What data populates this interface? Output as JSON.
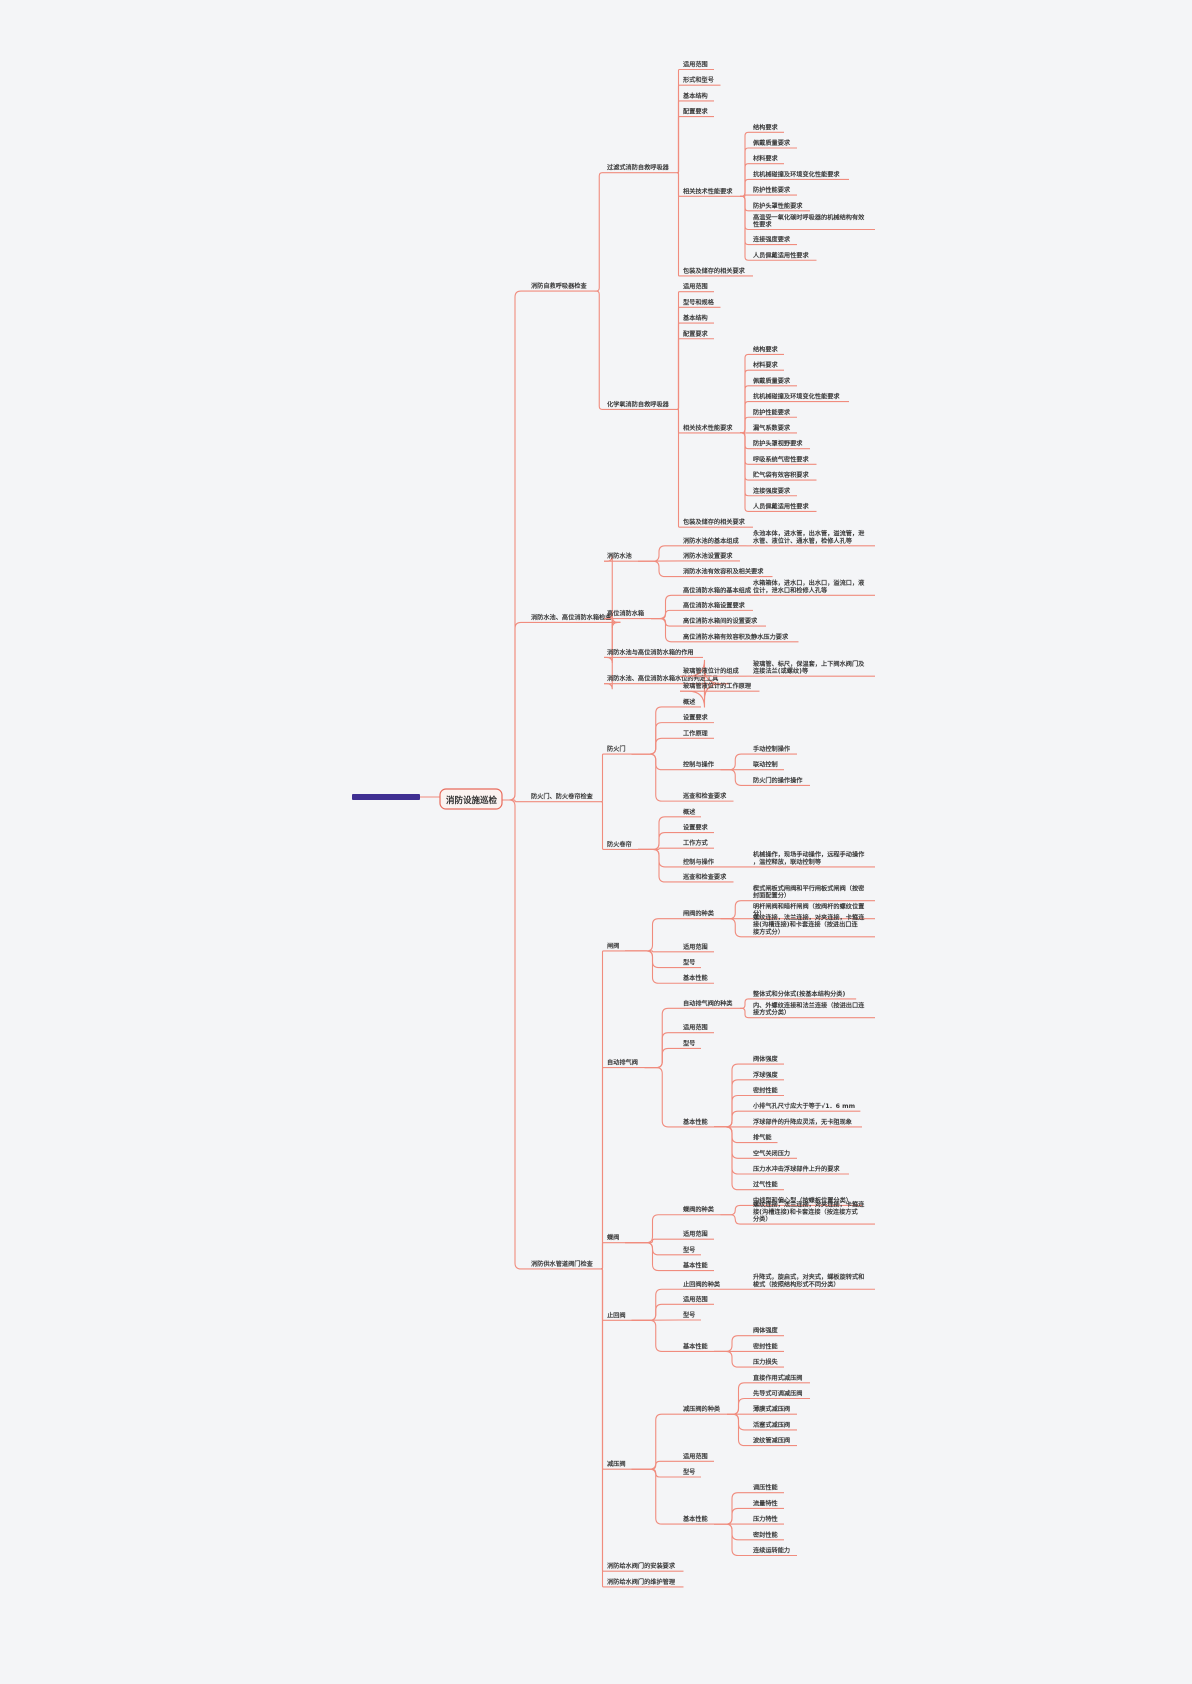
{
  "diagram": {
    "type": "mindmap",
    "colors": {
      "background": "#f4f5f7",
      "edge": "#f08c7e",
      "stub": "#3f2f92",
      "root_border": "#e86b5c",
      "text": "#3a3a3a"
    },
    "root": {
      "label": "消防设施巡检",
      "children": [
        {
          "label": "消防自救呼吸器检查",
          "children": [
            {
              "label": "过滤式消防自救呼吸器",
              "children": [
                {
                  "label": "适用范围"
                },
                {
                  "label": "形式和型号"
                },
                {
                  "label": "基本结构"
                },
                {
                  "label": "配置要求"
                },
                {
                  "label": "相关技术性能要求",
                  "children": [
                    {
                      "label": "结构要求"
                    },
                    {
                      "label": "佩戴质量要求"
                    },
                    {
                      "label": "材料要求"
                    },
                    {
                      "label": "抗机械碰撞及环境变化性能要求"
                    },
                    {
                      "label": "防护性能要求"
                    },
                    {
                      "label": "防护头罩性能要求"
                    },
                    {
                      "label": "高温受一氧化碳时呼吸器的机械结构有效性要求"
                    },
                    {
                      "label": "连接强度要求"
                    },
                    {
                      "label": "人员佩戴适用性要求"
                    }
                  ]
                },
                {
                  "label": "包装及储存的相关要求"
                }
              ]
            },
            {
              "label": "化学氧消防自救呼吸器",
              "children": [
                {
                  "label": "适用范围"
                },
                {
                  "label": "型号和规格"
                },
                {
                  "label": "基本结构"
                },
                {
                  "label": "配置要求"
                },
                {
                  "label": "相关技术性能要求",
                  "children": [
                    {
                      "label": "结构要求"
                    },
                    {
                      "label": "材料要求"
                    },
                    {
                      "label": "佩戴质量要求"
                    },
                    {
                      "label": "抗机械碰撞及环境变化性能要求"
                    },
                    {
                      "label": "防护性能要求"
                    },
                    {
                      "label": "漏气系数要求"
                    },
                    {
                      "label": "防护头罩视野要求"
                    },
                    {
                      "label": "呼吸系统气密性要求"
                    },
                    {
                      "label": "贮气袋有效容积要求"
                    },
                    {
                      "label": "连接强度要求"
                    },
                    {
                      "label": "人员佩戴适用性要求"
                    }
                  ]
                },
                {
                  "label": "包装及储存的相关要求"
                }
              ]
            }
          ]
        },
        {
          "label": "消防水池、高位消防水箱检查",
          "children": [
            {
              "label": "消防水池",
              "children": [
                {
                  "label": "消防水池的基本组成",
                  "children": [
                    {
                      "label": "永池本体，进水管，出水管，溢流管，泄水管、液位计、通水管，检修人孔等"
                    }
                  ]
                },
                {
                  "label": "消防水池设置要求"
                },
                {
                  "label": "消防水池有效容积及相关要求"
                }
              ]
            },
            {
              "label": "高位消防水箱",
              "children": [
                {
                  "label": "高位消防水箱的基本组成",
                  "children": [
                    {
                      "label": "水箱箱体，进水口，出水口，溢流口，液位计，泄水口和检修人孔等"
                    }
                  ]
                },
                {
                  "label": "高位消防水箱设置要求"
                },
                {
                  "label": "高位消防水箱间的设置要求"
                },
                {
                  "label": "高位消防水箱有效容积及静水压力要求"
                }
              ]
            },
            {
              "label": "消防水池与高位消防水箱的作用"
            },
            {
              "label": "消防水池、高位消防水箱水位的判定工具",
              "children": [
                {
                  "label": "玻璃管液位计的组成",
                  "children": [
                    {
                      "label": "玻璃管、标尺，保温套，上下阀水阀门及连接法兰(或螺纹)等"
                    }
                  ]
                },
                {
                  "label": "玻璃管液位计的工作原理"
                }
              ]
            }
          ]
        },
        {
          "label": "防火门、防火卷帘检查",
          "children": [
            {
              "label": "防火门",
              "children": [
                {
                  "label": "概述"
                },
                {
                  "label": "设置要求"
                },
                {
                  "label": "工作原理"
                },
                {
                  "label": "控制与操作",
                  "children": [
                    {
                      "label": "手动控制操作"
                    },
                    {
                      "label": "联动控制"
                    },
                    {
                      "label": "防火门的操作操作"
                    }
                  ]
                },
                {
                  "label": "巡查和检查要求"
                }
              ]
            },
            {
              "label": "防火卷帘",
              "children": [
                {
                  "label": "概述"
                },
                {
                  "label": "设置要求"
                },
                {
                  "label": "工作方式"
                },
                {
                  "label": "控制与操作",
                  "children": [
                    {
                      "label": "机械操作，现场手动操作，远程手动操作，温控释放，联动控制等"
                    }
                  ]
                },
                {
                  "label": "巡查和检查要求"
                }
              ]
            }
          ]
        },
        {
          "label": "消防供水管道阀门检查",
          "children": [
            {
              "label": "闸阀",
              "children": [
                {
                  "label": "闸阀的种类",
                  "children": [
                    {
                      "label": "楔式闸板式闸阀和平行闸板式闸阀（按密封面配置分）"
                    },
                    {
                      "label": "明杆闸阀和暗杆闸阀（按阀杆的螺纹位置分）"
                    },
                    {
                      "label": "螺纹连接，法兰连接，对夹连接，卡箍连接(沟槽连接)和卡套连接（按进出口连接方式分）"
                    }
                  ]
                },
                {
                  "label": "适用范围"
                },
                {
                  "label": "型号"
                },
                {
                  "label": "基本性能"
                }
              ]
            },
            {
              "label": "自动排气阀",
              "children": [
                {
                  "label": "自动排气阀的种类",
                  "children": [
                    {
                      "label": "整体式和分体式(按基本结构分类)"
                    },
                    {
                      "label": "内、外螺纹连接和法兰连接（按进出口连接方式分类）"
                    }
                  ]
                },
                {
                  "label": "适用范围"
                },
                {
                  "label": "型号"
                },
                {
                  "label": "基本性能",
                  "children": [
                    {
                      "label": "阀体强度"
                    },
                    {
                      "label": "浮球强度"
                    },
                    {
                      "label": "密封性能"
                    },
                    {
                      "label": "小排气孔尺寸应大于等于√1．6 mm"
                    },
                    {
                      "label": "浮球部件的升降应灵活，无卡阻现象"
                    },
                    {
                      "label": "排气能"
                    },
                    {
                      "label": "空气关闭压力"
                    },
                    {
                      "label": "压力水冲击浮球部件上升的要求"
                    },
                    {
                      "label": "过气性能"
                    }
                  ]
                }
              ]
            },
            {
              "label": "蝶阀",
              "children": [
                {
                  "label": "蝶阀的种类",
                  "children": [
                    {
                      "label": "中线型和偏心型（按蝶板位置分类）"
                    },
                    {
                      "label": "螺纹连接，法兰连接，对夹连接，卡箍连接(沟槽连接)和卡套连接（按连接方式分类）"
                    }
                  ]
                },
                {
                  "label": "适用范围"
                },
                {
                  "label": "型号"
                },
                {
                  "label": "基本性能"
                }
              ]
            },
            {
              "label": "止回阀",
              "children": [
                {
                  "label": "止回阀的种类",
                  "children": [
                    {
                      "label": "升降式，旋启式，对夹式，蝶板旋转式和梭式（按照结构形式不同分类）"
                    }
                  ]
                },
                {
                  "label": "适用范围"
                },
                {
                  "label": "型号"
                },
                {
                  "label": "基本性能",
                  "children": [
                    {
                      "label": "阀体强度"
                    },
                    {
                      "label": "密封性能"
                    },
                    {
                      "label": "压力损失"
                    }
                  ]
                }
              ]
            },
            {
              "label": "减压阀",
              "children": [
                {
                  "label": "减压阀的种类",
                  "children": [
                    {
                      "label": "直接作用式减压阀"
                    },
                    {
                      "label": "先导式可调减压阀"
                    },
                    {
                      "label": "薄膜式减压阀"
                    },
                    {
                      "label": "活塞式减压阀"
                    },
                    {
                      "label": "波纹管减压阀"
                    }
                  ]
                },
                {
                  "label": "适用范围"
                },
                {
                  "label": "型号"
                },
                {
                  "label": "基本性能",
                  "children": [
                    {
                      "label": "调压性能"
                    },
                    {
                      "label": "流量特性"
                    },
                    {
                      "label": "压力特性"
                    },
                    {
                      "label": "密封性能"
                    },
                    {
                      "label": "连续运转能力"
                    }
                  ]
                }
              ]
            },
            {
              "label": "消防给水阀门的安装要求"
            },
            {
              "label": "消防给水阀门的维护管理"
            }
          ]
        }
      ]
    }
  }
}
